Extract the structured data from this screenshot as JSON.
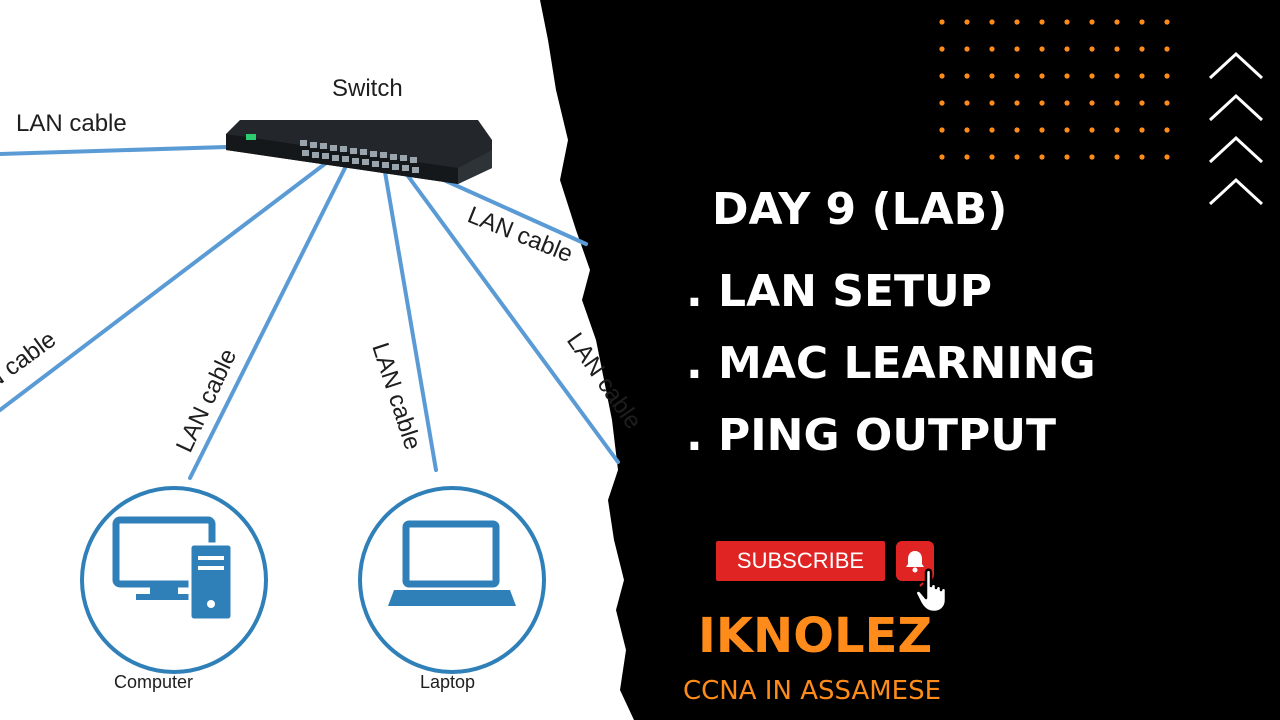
{
  "diagram": {
    "switch_label": "Switch",
    "cable_label": "LAN cable",
    "computer_label": "Computer",
    "laptop_label": "Laptop"
  },
  "title": {
    "heading": "DAY 9 (LAB)",
    "topics": [
      ". LAN SETUP",
      ". MAC LEARNING",
      ". PING OUTPUT"
    ]
  },
  "subscribe": {
    "label": "SUBSCRIBE",
    "icons": [
      "bell-icon",
      "hand-cursor-icon"
    ]
  },
  "branding": {
    "name": "IKNOLEZ",
    "tagline": "CCNA IN ASSAMESE"
  },
  "colors": {
    "background": "#000000",
    "cable": "#5b9bd5",
    "accent": "#ff8c1a",
    "subscribe": "#e02424"
  }
}
